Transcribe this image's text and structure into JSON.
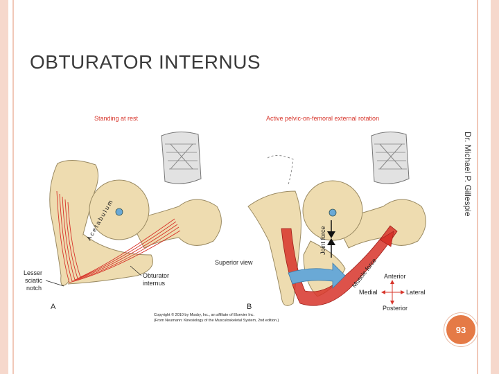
{
  "slide": {
    "title": "OBTURATOR INTERNUS",
    "author_vertical": "Dr. Michael P. Gillespie",
    "page_number": "93"
  },
  "figure": {
    "panel_a_heading": "Standing at rest",
    "panel_b_heading": "Active pelvic-on-femoral external rotation",
    "acetabulum_label": "Acetabulum",
    "lesser_sciatic_notch": [
      "Lesser",
      "sciatic",
      "notch"
    ],
    "obturator_internus": [
      "Obturator",
      "internus"
    ],
    "panel_a_letter": "A",
    "panel_b_letter": "B",
    "superior_view": "Superior view",
    "joint_force": "Joint force",
    "muscle_force": "Muscle force",
    "compass": {
      "anterior": "Anterior",
      "posterior": "Posterior",
      "medial": "Medial",
      "lateral": "Lateral"
    },
    "copyright_line1": "Copyright © 2010 by Mosby, Inc., an affiliate of Elsevier Inc.",
    "copyright_line2": "(From Neumann: Kinesiology of the Musculoskeletal System, 2nd edition.)"
  },
  "colors": {
    "accent": "#e57a46",
    "border": "#f6d8cc",
    "bone": "#eedcb0",
    "muscle_red": "#d7342a",
    "arrow_blue": "#6aa9d6"
  }
}
